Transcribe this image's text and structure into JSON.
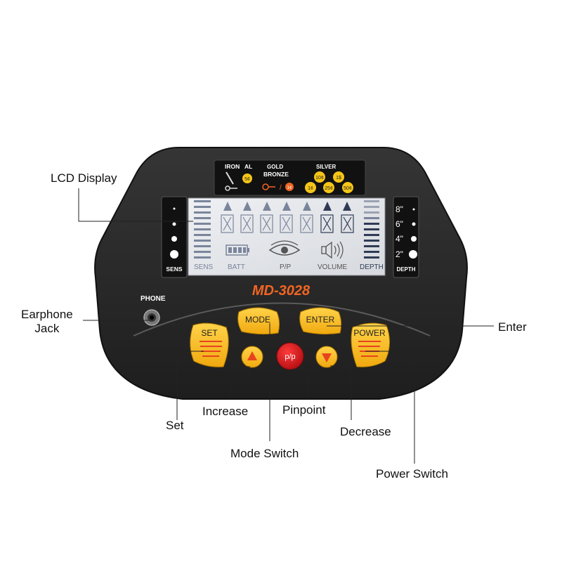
{
  "device": {
    "model": "MD-3028",
    "phone_label": "PHONE",
    "metal_scale": {
      "iron": "IRON",
      "al": "AL",
      "gold": "GOLD",
      "silver": "SILVER",
      "bronze": "BRONZE",
      "coins_top": [
        "10¢",
        "1$"
      ],
      "coins_bottom": [
        "1¢",
        "25¢",
        "50¢"
      ],
      "five_cent": "5¢",
      "one_cent_alt": "1¢"
    },
    "sens_panel_label": "SENS",
    "depth_panel_label": "DEPTH",
    "depth_marks": [
      "8\"",
      "6\"",
      "4\"",
      "2\""
    ],
    "lcd": {
      "sens": "SENS",
      "batt": "BATT",
      "pp": "P/P",
      "volume": "VOLUME",
      "depth": "DEPTH"
    },
    "buttons": {
      "set": "SET",
      "mode": "MODE",
      "enter": "ENTER",
      "power": "POWER",
      "pinpoint": "p/p"
    }
  },
  "callouts": {
    "lcd_display": "LCD Display",
    "earphone_line1": "Earphone",
    "earphone_line2": "Jack",
    "enter": "Enter",
    "set": "Set",
    "increase": "Increase",
    "pinpoint": "Pinpoint",
    "decrease": "Decrease",
    "mode_switch": "Mode Switch",
    "power_switch": "Power Switch"
  },
  "colors": {
    "body": "#2a2a2a",
    "button_yellow": "#f5b419",
    "button_stripe": "#e8431e",
    "pinpoint_red": "#d8141b",
    "model_orange": "#f26522",
    "lcd_bg": "#e4e6ea",
    "lcd_seg": "#2f3b55"
  }
}
